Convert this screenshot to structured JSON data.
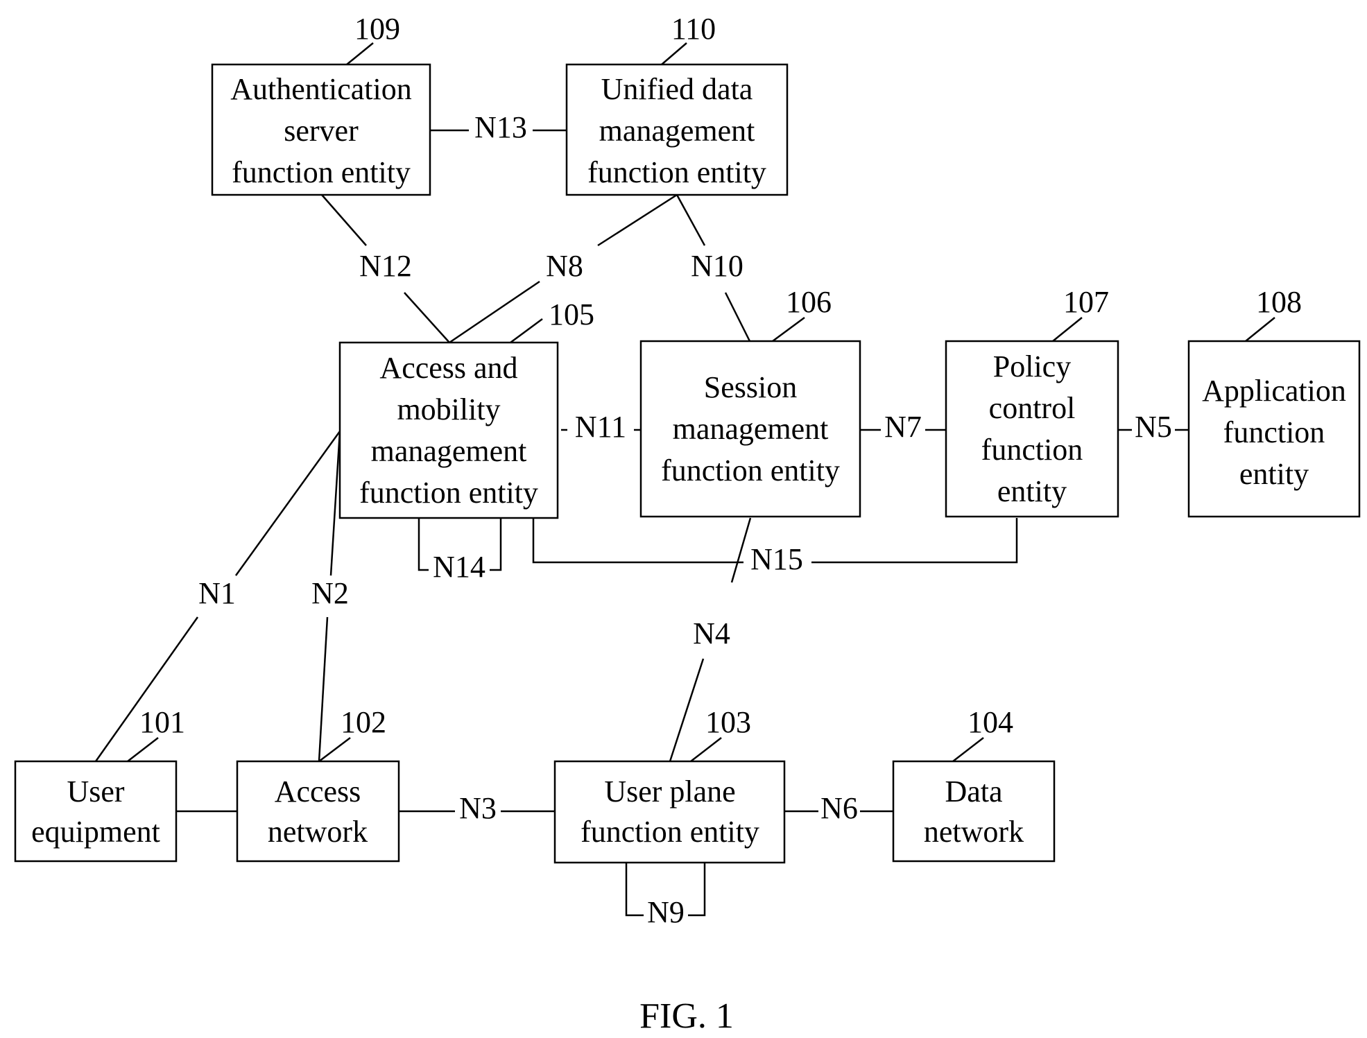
{
  "entities": {
    "ausf": {
      "ref": "109",
      "lines": [
        "Authentication",
        "server",
        "function entity"
      ]
    },
    "udm": {
      "ref": "110",
      "lines": [
        "Unified data",
        "management",
        "function entity"
      ]
    },
    "amf": {
      "ref": "105",
      "lines": [
        "Access and",
        "mobility",
        "management",
        "function entity"
      ]
    },
    "smf": {
      "ref": "106",
      "lines": [
        "Session",
        "management",
        "function entity"
      ]
    },
    "pcf": {
      "ref": "107",
      "lines": [
        "Policy",
        "control",
        "function",
        "entity"
      ]
    },
    "af": {
      "ref": "108",
      "lines": [
        "Application",
        "function",
        "entity"
      ]
    },
    "ue": {
      "ref": "101",
      "lines": [
        "User",
        "equipment"
      ]
    },
    "an": {
      "ref": "102",
      "lines": [
        "Access",
        "network"
      ]
    },
    "upf": {
      "ref": "103",
      "lines": [
        "User plane",
        "function entity"
      ]
    },
    "dn": {
      "ref": "104",
      "lines": [
        "Data",
        "network"
      ]
    }
  },
  "interfaces": {
    "n1": "N1",
    "n2": "N2",
    "n3": "N3",
    "n4": "N4",
    "n5": "N5",
    "n6": "N6",
    "n7": "N7",
    "n8": "N8",
    "n9": "N9",
    "n10": "N10",
    "n11": "N11",
    "n12": "N12",
    "n13": "N13",
    "n14": "N14",
    "n15": "N15"
  },
  "caption": "FIG. 1"
}
